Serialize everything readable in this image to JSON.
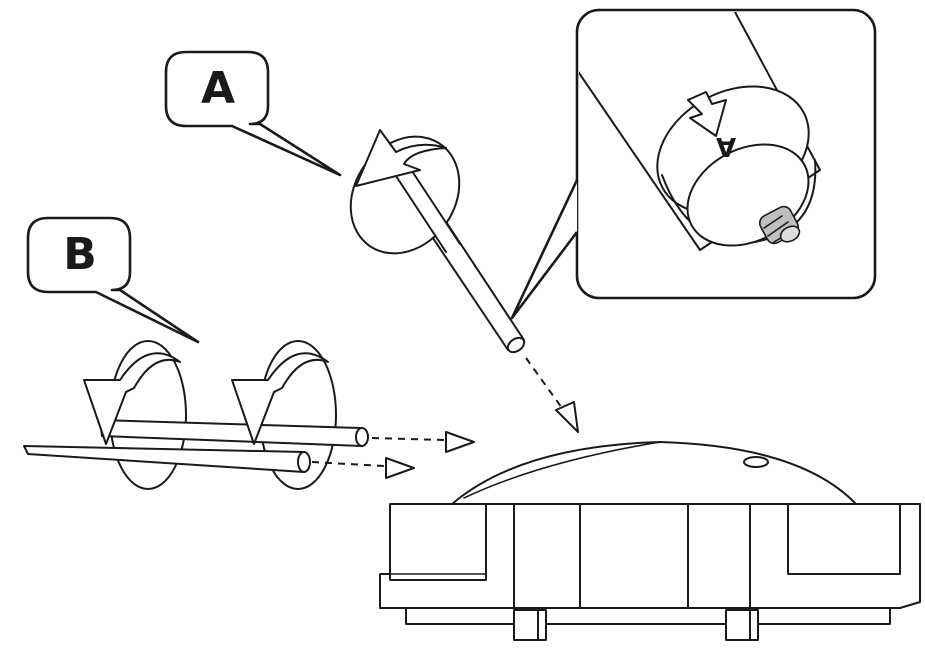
{
  "callouts": {
    "a_label": "A",
    "b_label": "B"
  },
  "detail_inset": {
    "marking": "A"
  },
  "colors": {
    "line": "#1a1a1a",
    "background": "#ffffff",
    "thread": "#bfbfbf"
  }
}
